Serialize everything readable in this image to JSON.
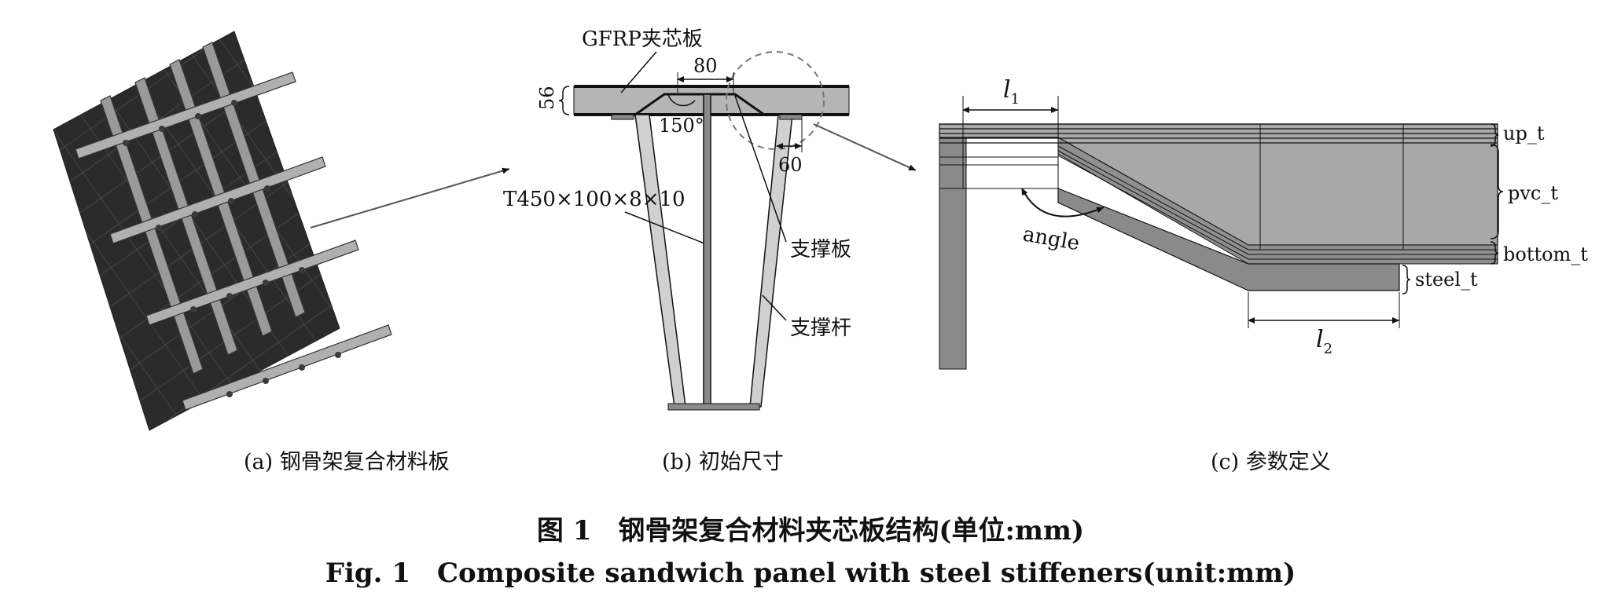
{
  "panel_a": {
    "caption": "(a) 钢骨架复合材料板"
  },
  "panel_b": {
    "caption": "(b) 初始尺寸",
    "labels": {
      "gfrp": "GFRP夹芯板",
      "dim_80": "80",
      "dim_56": "56",
      "angle_150": "150°",
      "dim_60": "60",
      "t_section": "T450×100×8×10",
      "support_plate": "支撑板",
      "support_rod": "支撑杆"
    }
  },
  "panel_c": {
    "caption": "(c) 参数定义",
    "labels": {
      "l1": "l",
      "l1_sub": "1",
      "l2": "l",
      "l2_sub": "2",
      "up_t": "up_t",
      "pvc_t": "pvc_t",
      "bottom_t": "bottom_t",
      "steel_t": "steel_t",
      "angle": "angle"
    }
  },
  "figure": {
    "title_cn": "图 1　钢骨架复合材料夹芯板结构(单位:mm)",
    "title_en": "Fig. 1　Composite sandwich panel with steel stiffeners(unit:mm)"
  },
  "colors": {
    "panel_dark": "#2e2e2e",
    "stiffener_gray": "#8c8c8c",
    "core_gray": "#a8a8a8",
    "steel_gray": "#8a8a8a",
    "line": "#111111"
  }
}
